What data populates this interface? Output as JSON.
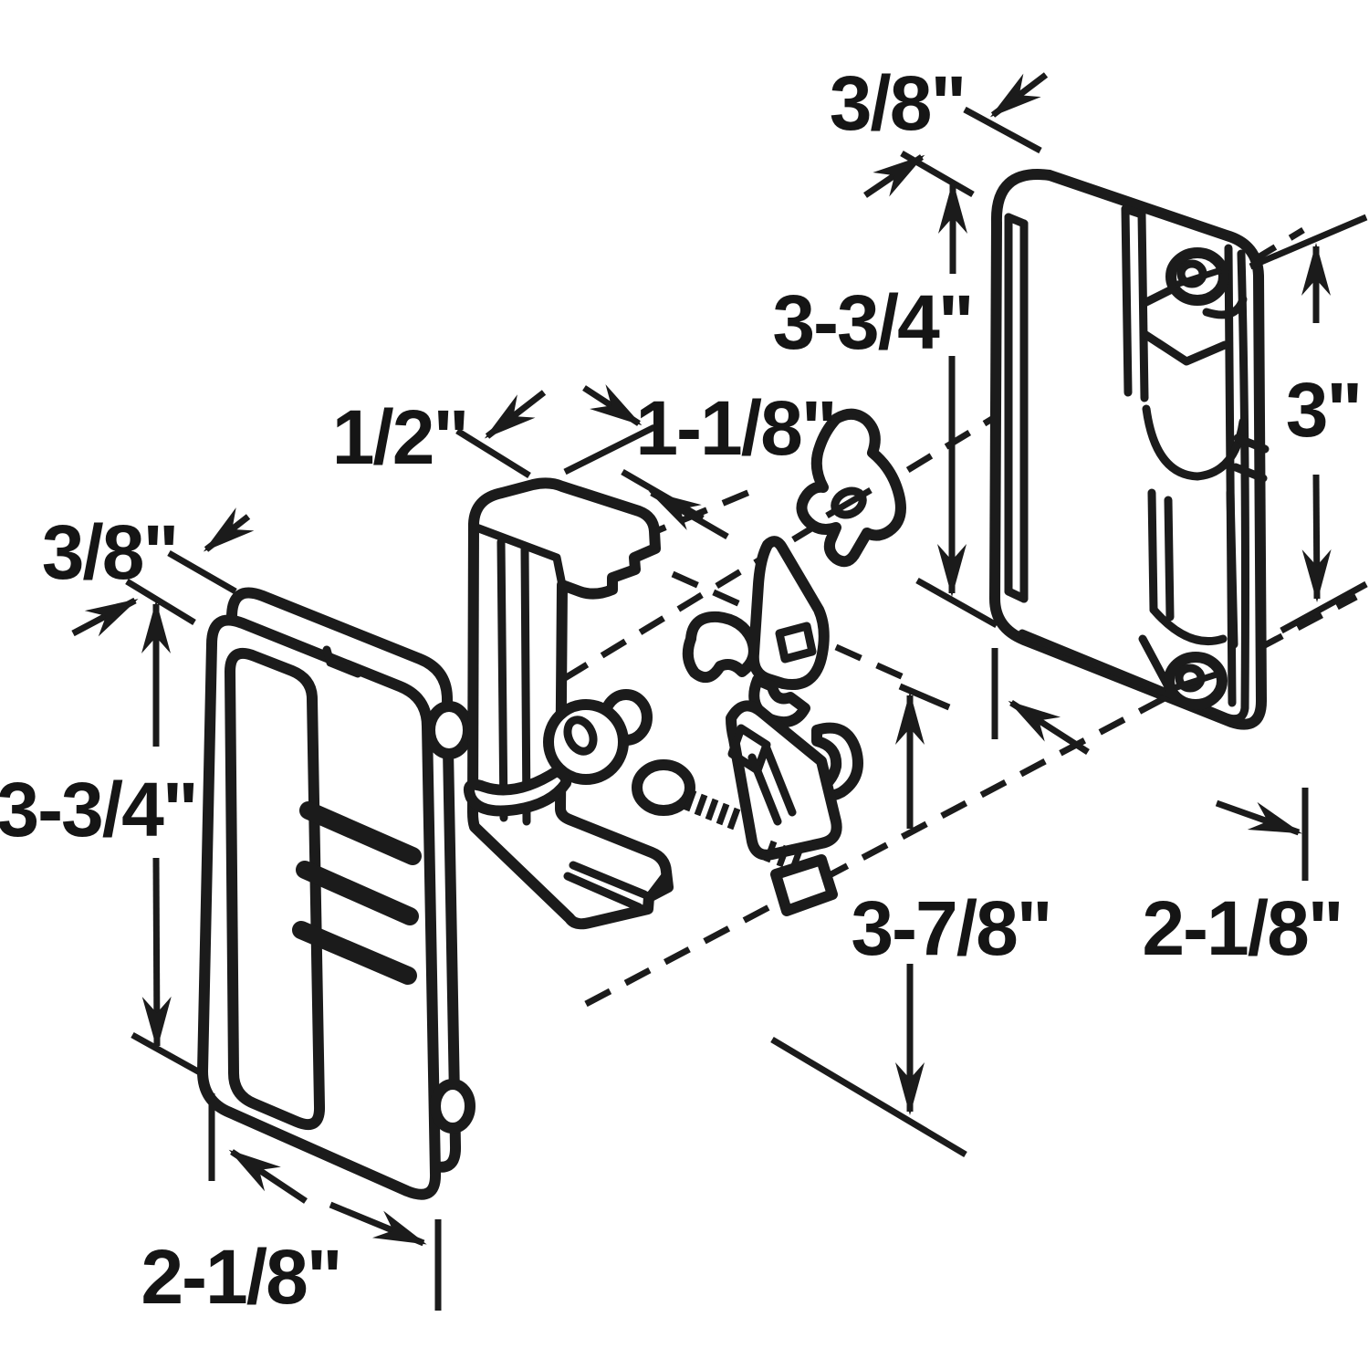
{
  "colors": {
    "ink": "#1b1b1b",
    "background": "#ffffff"
  },
  "labels": {
    "left_thickness": "3/8\"",
    "left_height": "3-3/4\"",
    "left_width": "2-1/8\"",
    "bracket_width": "1/2\"",
    "bracket_depth": "1-1/8\"",
    "center_height": "3-7/8\"",
    "right_thickness": "3/8\"",
    "right_height": "3-3/4\"",
    "right_opening_height": "3\"",
    "right_width": "2-1/8\""
  }
}
